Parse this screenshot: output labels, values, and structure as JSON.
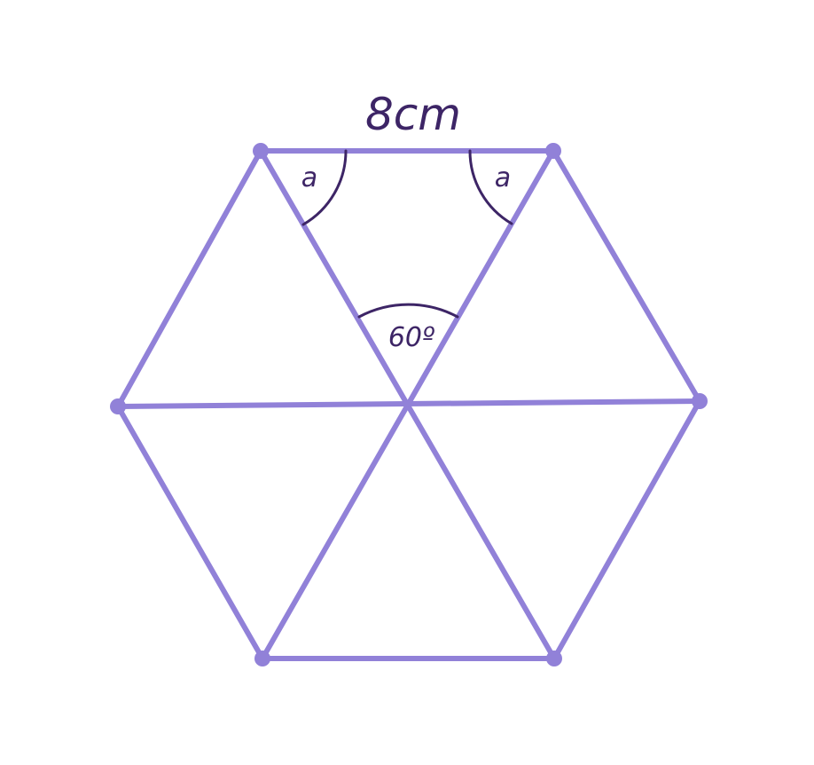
{
  "diagram": {
    "side_label": "8cm",
    "angle_label_left": "a",
    "angle_label_right": "a",
    "center_angle_label": "60º",
    "colors": {
      "edge": "#9181d8",
      "vertex": "#9181d8",
      "text": "#3d2566",
      "arc": "#3d2566",
      "background": "#ffffff"
    }
  }
}
